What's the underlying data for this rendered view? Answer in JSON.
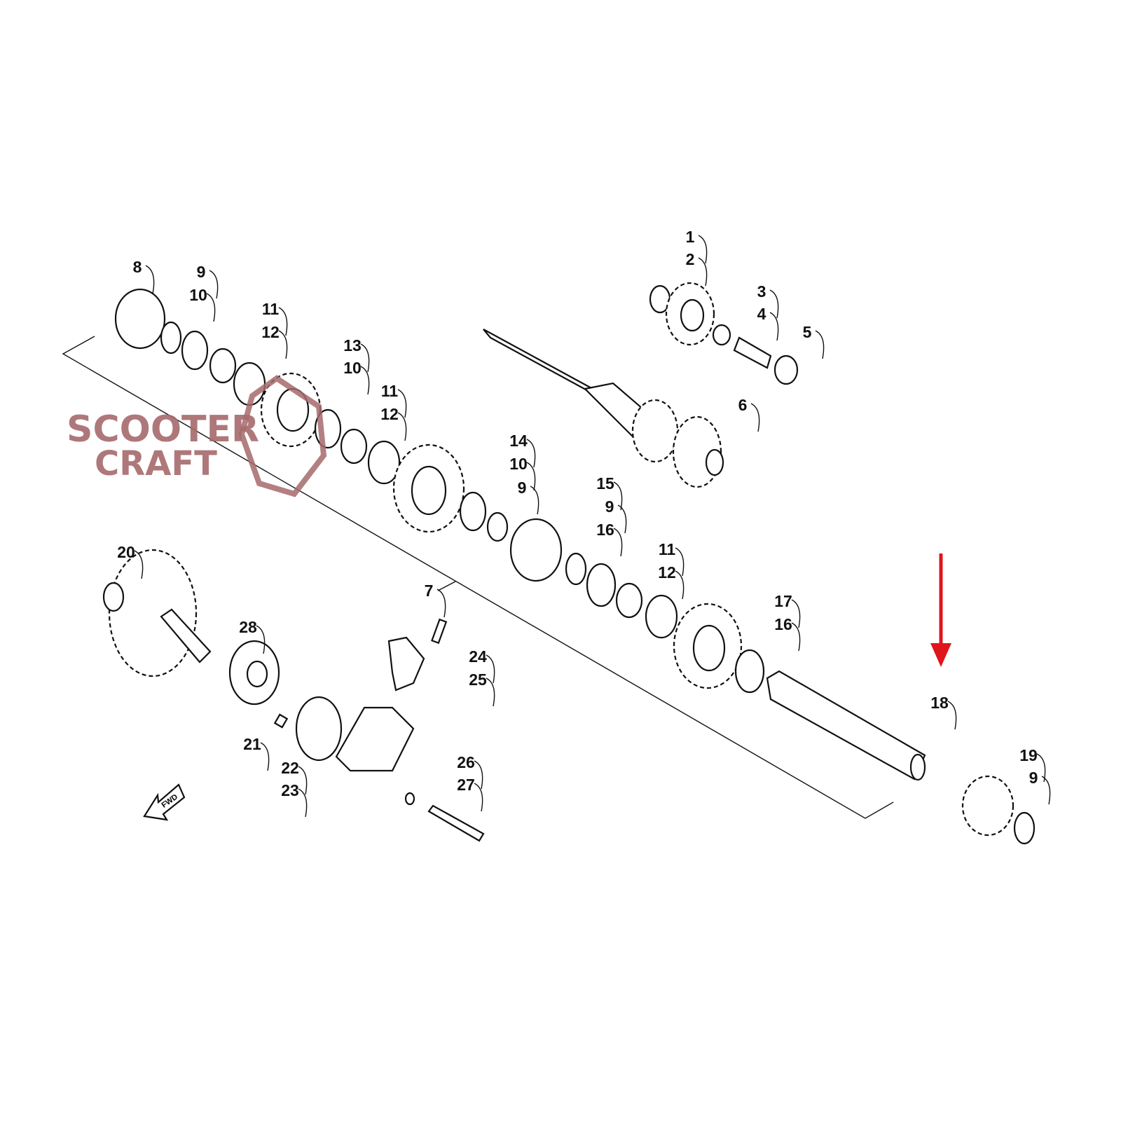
{
  "diagram": {
    "callouts": [
      "1",
      "2",
      "3",
      "4",
      "5",
      "6",
      "7",
      "8",
      "9",
      "10",
      "11",
      "12",
      "13",
      "10",
      "11",
      "12",
      "14",
      "10",
      "9",
      "15",
      "9",
      "16",
      "11",
      "12",
      "17",
      "16",
      "18",
      "19",
      "9",
      "20",
      "28",
      "24",
      "25",
      "21",
      "22",
      "23",
      "26",
      "27"
    ],
    "fwd_label": "FWD",
    "watermark": {
      "line1": "SCOOTER",
      "line2": "CRAFT"
    },
    "highlight_arrow_color": "#e0141b",
    "highlighted_part": "18"
  }
}
